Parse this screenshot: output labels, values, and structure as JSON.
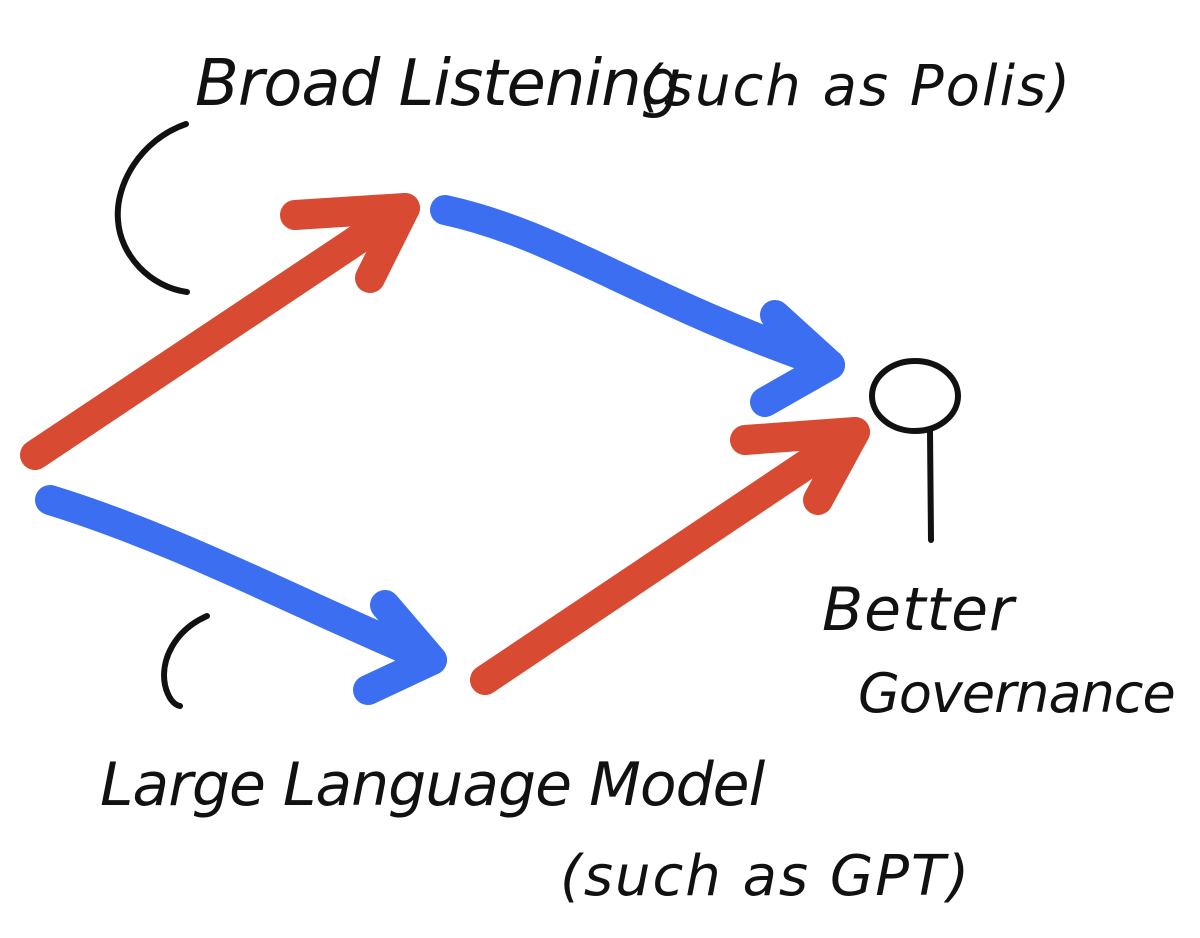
{
  "labels": {
    "broad_listening": "Broad Listening",
    "broad_listening_example": "(such as Polis)",
    "llm": "Large Language Model",
    "llm_example": "(such as GPT)",
    "goal_line1": "Better",
    "goal_line2": "Governance"
  },
  "colors": {
    "red": "#d94a33",
    "blue": "#3b6ef0",
    "ink": "#111111"
  },
  "icons": {
    "goal": "person-icon"
  }
}
